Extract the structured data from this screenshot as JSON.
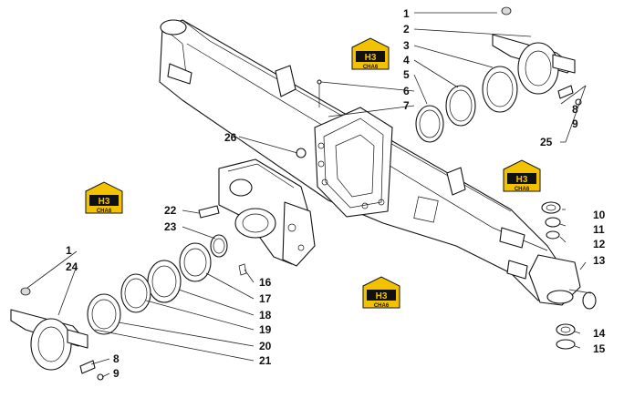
{
  "callouts": [
    {
      "id": "c1a",
      "label": "1"
    },
    {
      "id": "c2",
      "label": "2"
    },
    {
      "id": "c3",
      "label": "3"
    },
    {
      "id": "c4",
      "label": "4"
    },
    {
      "id": "c5",
      "label": "5"
    },
    {
      "id": "c6",
      "label": "6"
    },
    {
      "id": "c7",
      "label": "7"
    },
    {
      "id": "c8a",
      "label": "8"
    },
    {
      "id": "c9a",
      "label": "9"
    },
    {
      "id": "c25",
      "label": "25"
    },
    {
      "id": "c26",
      "label": "26"
    },
    {
      "id": "c10",
      "label": "10"
    },
    {
      "id": "c11",
      "label": "11"
    },
    {
      "id": "c12",
      "label": "12"
    },
    {
      "id": "c13",
      "label": "13"
    },
    {
      "id": "c22",
      "label": "22"
    },
    {
      "id": "c23",
      "label": "23"
    },
    {
      "id": "c16",
      "label": "16"
    },
    {
      "id": "c17",
      "label": "17"
    },
    {
      "id": "c18",
      "label": "18"
    },
    {
      "id": "c19",
      "label": "19"
    },
    {
      "id": "c20",
      "label": "20"
    },
    {
      "id": "c21",
      "label": "21"
    },
    {
      "id": "c1b",
      "label": "1"
    },
    {
      "id": "c24",
      "label": "24"
    },
    {
      "id": "c8b",
      "label": "8"
    },
    {
      "id": "c9b",
      "label": "9"
    },
    {
      "id": "c14",
      "label": "14"
    },
    {
      "id": "c15",
      "label": "15"
    }
  ],
  "badges": [
    {
      "top": "H3",
      "bottom": "CHA6"
    },
    {
      "top": "H3",
      "bottom": "CHA6"
    },
    {
      "top": "H3",
      "bottom": "CHA6"
    },
    {
      "top": "H3",
      "bottom": "CHA6"
    }
  ],
  "colors": {
    "badge_yellow": "#f2c200",
    "badge_black": "#111111",
    "line": "#111111"
  }
}
